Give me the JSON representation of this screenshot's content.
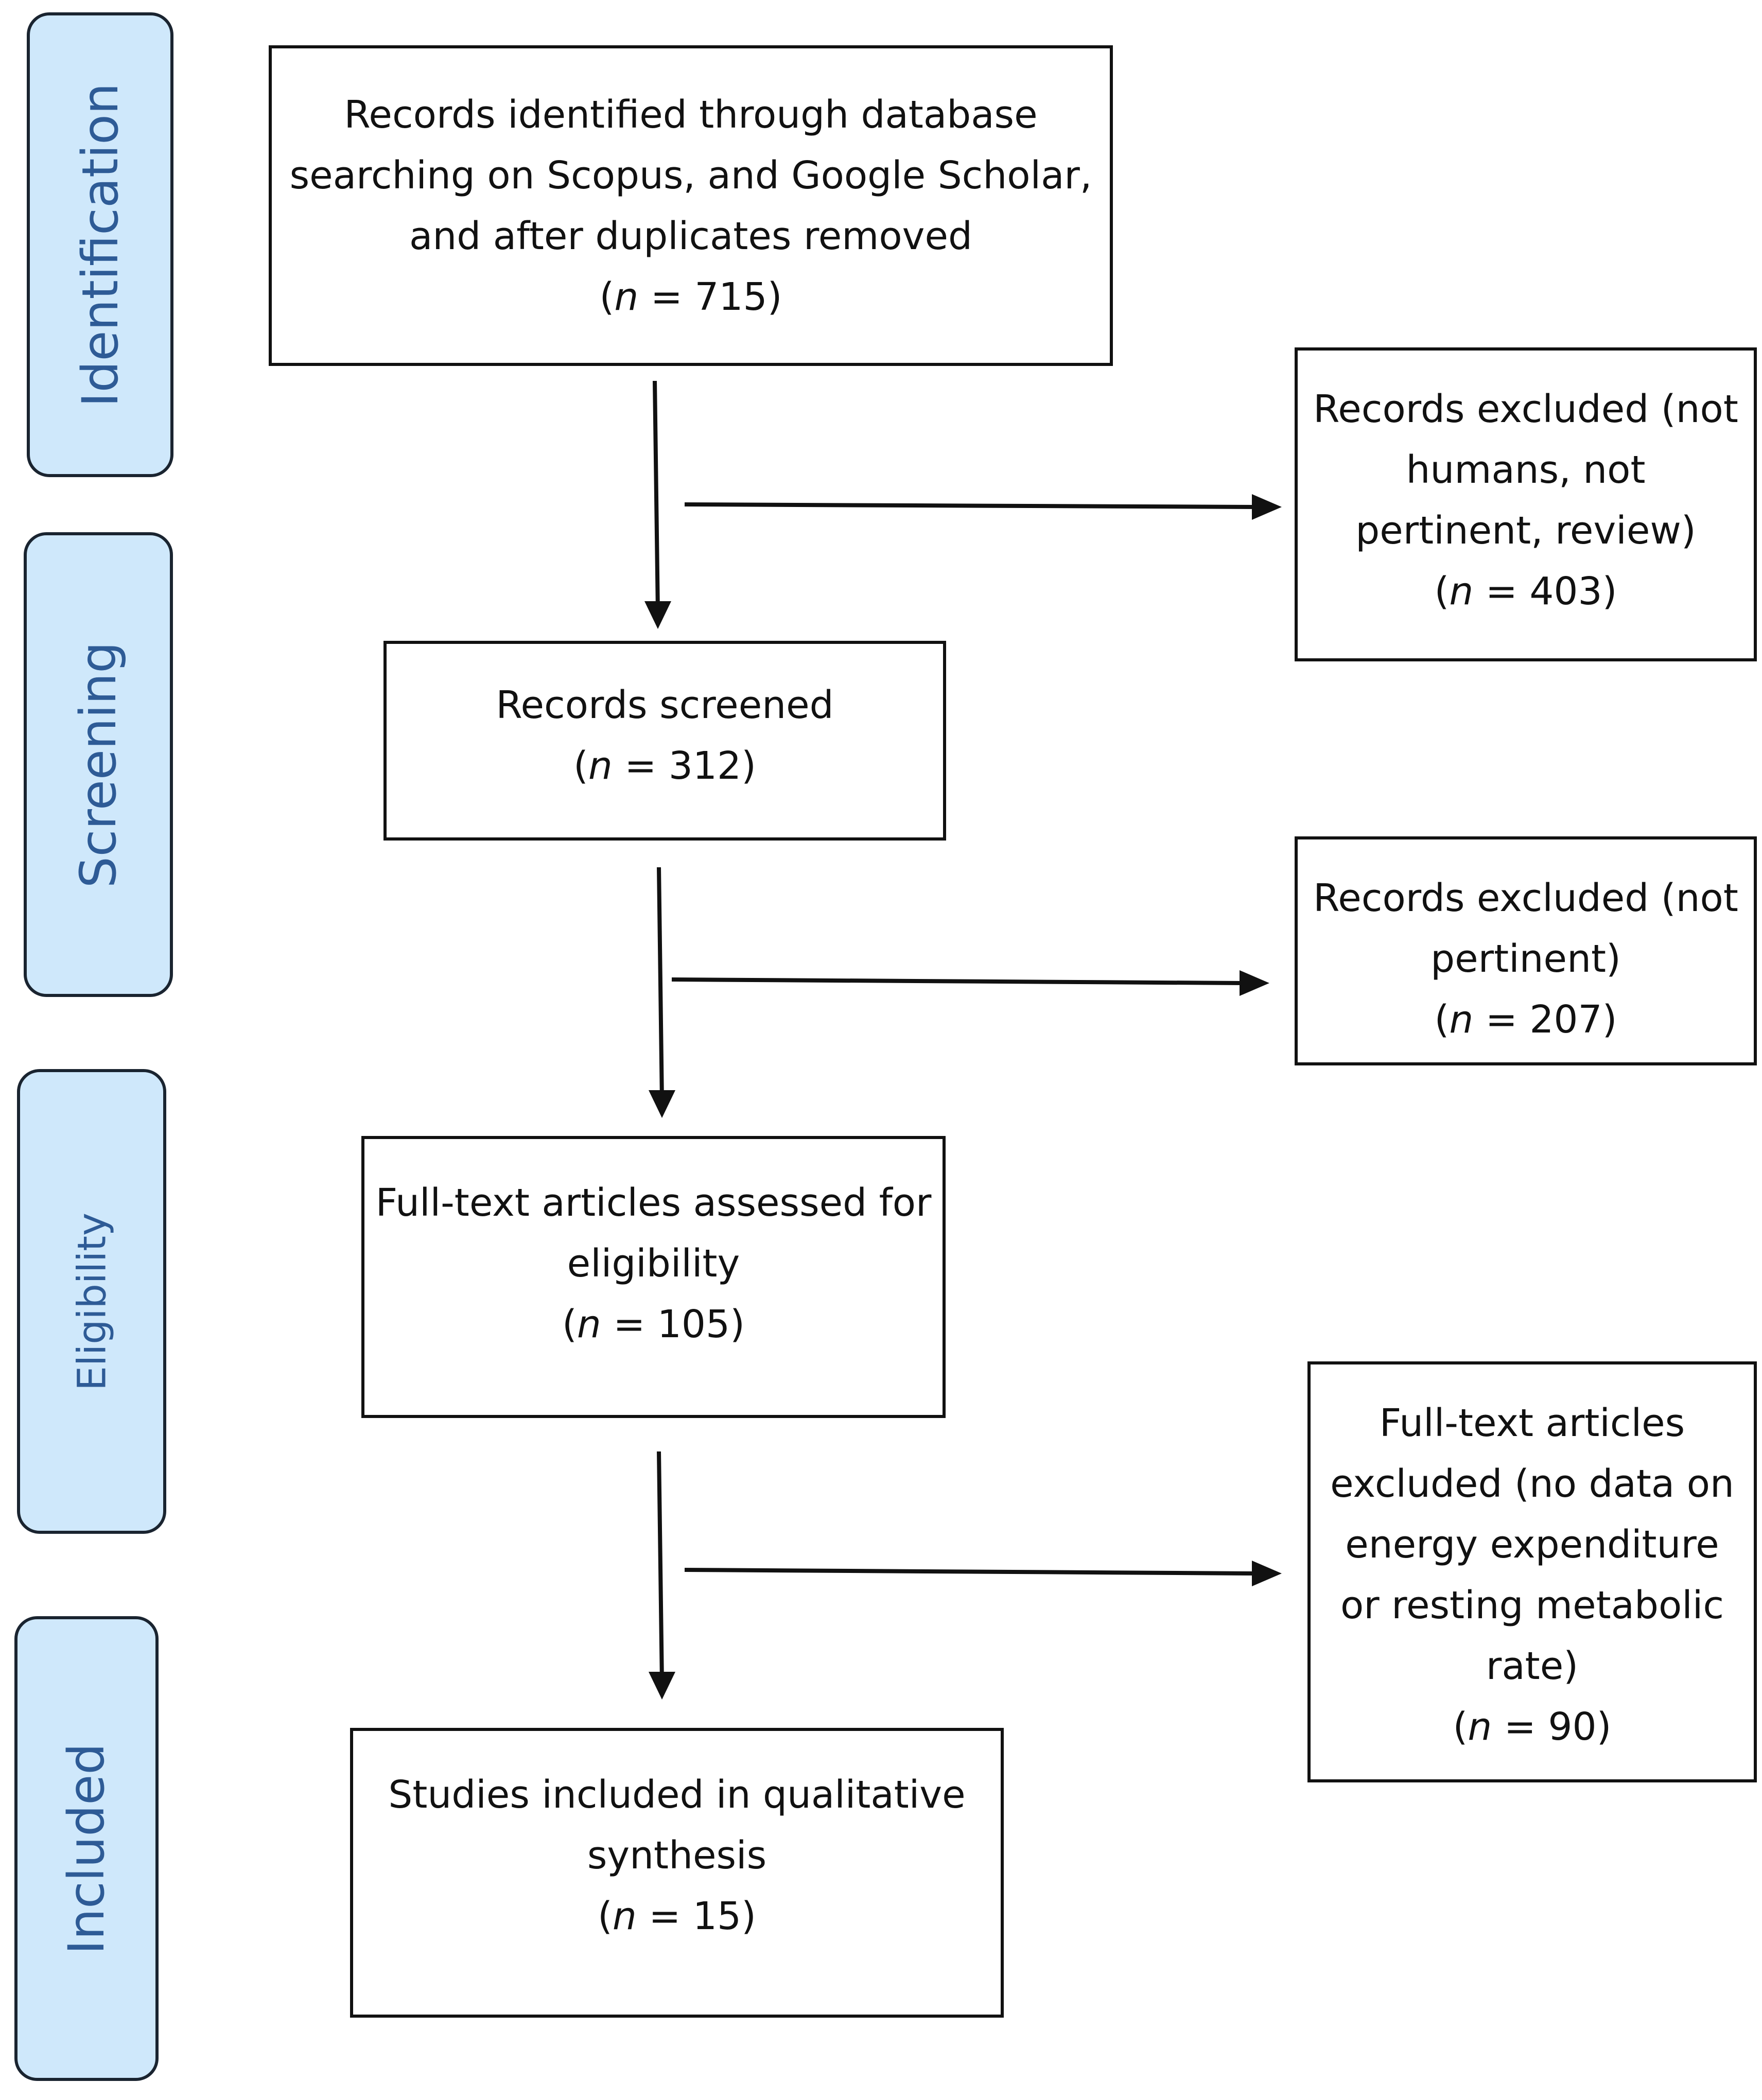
{
  "stages": {
    "identification": "Identification",
    "screening": "Screening",
    "eligibility": "Eligibility",
    "included": "Included"
  },
  "boxes": {
    "identified": {
      "lines": [
        "Records identified through database",
        "searching on Scopus, and Google Scholar,",
        "and after duplicates removed"
      ],
      "n_label": "n",
      "n_value": "= 715"
    },
    "excluded_1": {
      "lines": [
        "Records excluded (not",
        "humans, not",
        "pertinent, review)"
      ],
      "n_label": "n",
      "n_value": "= 403"
    },
    "screened": {
      "lines": [
        "Records screened"
      ],
      "n_label": "n",
      "n_value": "= 312"
    },
    "excluded_2": {
      "lines": [
        "Records excluded (not",
        "pertinent)"
      ],
      "n_label": "n",
      "n_value": "= 207"
    },
    "assessed": {
      "lines": [
        "Full-text articles assessed for",
        "eligibility"
      ],
      "n_label": "n",
      "n_value": "= 105"
    },
    "excluded_3": {
      "lines": [
        "Full-text articles",
        "excluded (no data on",
        "energy expenditure",
        "or resting metabolic",
        "rate)"
      ],
      "n_label": "n",
      "n_value": "= 90"
    },
    "included": {
      "lines": [
        "Studies included in qualitative",
        "synthesis"
      ],
      "n_label": "n",
      "n_value": "= 15"
    }
  },
  "colors": {
    "stage_fill": "#cfe8fb",
    "stage_text": "#2e5b96",
    "stroke": "#111111"
  }
}
